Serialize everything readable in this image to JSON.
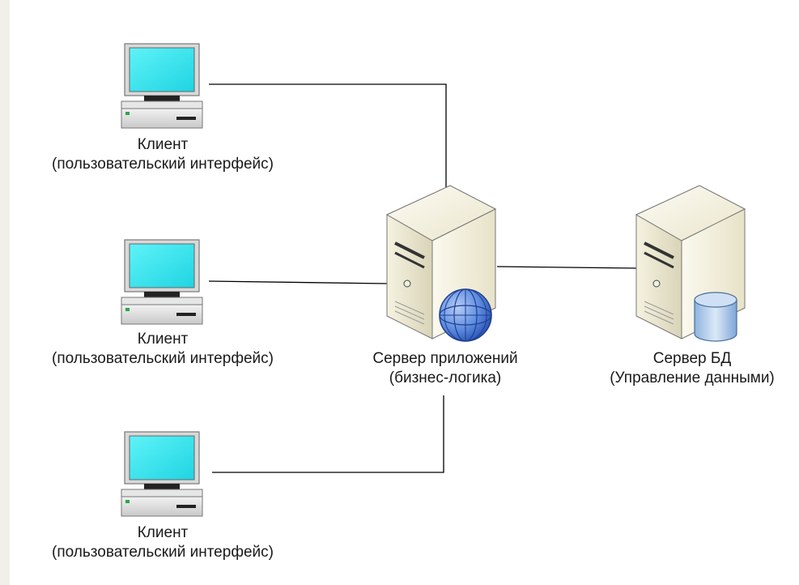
{
  "clients": [
    {
      "name": "Клиент",
      "role": "(пользовательский интерфейс)"
    },
    {
      "name": "Клиент",
      "role": "(пользовательский интерфейс)"
    },
    {
      "name": "Клиент",
      "role": "(пользовательский интерфейс)"
    }
  ],
  "app_server": {
    "name": "Сервер приложений",
    "role": "(бизнес-логика)"
  },
  "db_server": {
    "name": "Сервер БД",
    "role": "(Управление данными)"
  },
  "colors": {
    "screen": "#33e6ee",
    "monitor_frame": "#c8c8c8",
    "tower_front": "#e9e5cf",
    "tower_side": "#f6f3e3",
    "connector": "#000000",
    "globe": "#3d6fd6",
    "database": "#a9c8ea"
  }
}
